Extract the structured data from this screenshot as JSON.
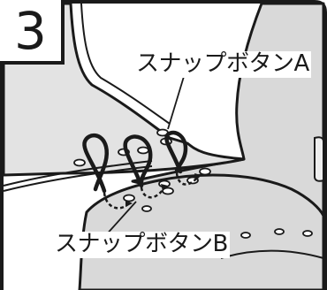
{
  "step": {
    "number": "3"
  },
  "labels": {
    "snap_a": "スナップボタンA",
    "snap_b": "スナップボタンB"
  },
  "icons": [
    "curved-arrow-icon",
    "snap-button-icon"
  ]
}
